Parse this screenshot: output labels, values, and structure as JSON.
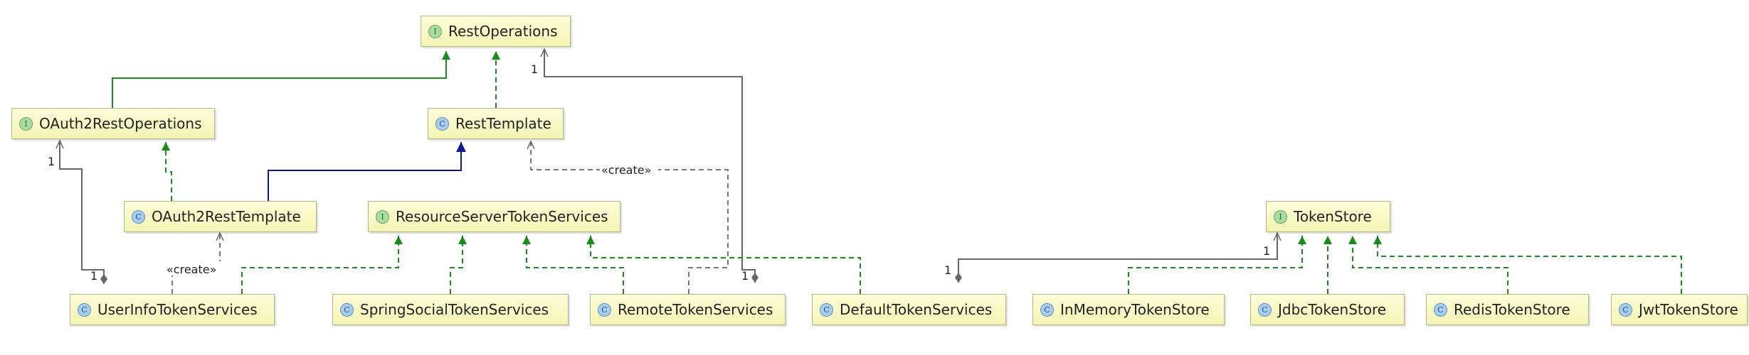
{
  "nodes": {
    "rest_operations": {
      "name": "RestOperations",
      "kind": "I"
    },
    "oauth2_rest_operations": {
      "name": "OAuth2RestOperations",
      "kind": "I"
    },
    "rest_template": {
      "name": "RestTemplate",
      "kind": "C"
    },
    "oauth2_rest_template": {
      "name": "OAuth2RestTemplate",
      "kind": "C"
    },
    "resource_server_token_services": {
      "name": "ResourceServerTokenServices",
      "kind": "I"
    },
    "token_store": {
      "name": "TokenStore",
      "kind": "I"
    },
    "user_info_token_services": {
      "name": "UserInfoTokenServices",
      "kind": "C"
    },
    "spring_social_token_services": {
      "name": "SpringSocialTokenServices",
      "kind": "C"
    },
    "remote_token_services": {
      "name": "RemoteTokenServices",
      "kind": "C"
    },
    "default_token_services": {
      "name": "DefaultTokenServices",
      "kind": "C"
    },
    "in_memory_token_store": {
      "name": "InMemoryTokenStore",
      "kind": "C"
    },
    "jdbc_token_store": {
      "name": "JdbcTokenStore",
      "kind": "C"
    },
    "redis_token_store": {
      "name": "RedisTokenStore",
      "kind": "C"
    },
    "jwt_token_store": {
      "name": "JwtTokenStore",
      "kind": "C"
    }
  },
  "labels": {
    "create_rest_template": "«create»",
    "create_oauth2_rest_template": "«create»",
    "mult_rest_operations": "1",
    "mult_remote_token_services": "1",
    "mult_oauth2_rest_operations": "1",
    "mult_user_info_token_services": "1",
    "mult_token_store": "1",
    "mult_default_token_services": "1"
  },
  "colors": {
    "interface_realization": "#1a8a1a",
    "inheritance": "#0d1a8c",
    "dependency": "#777777",
    "association": "#666666",
    "node_fill": "#fafac8"
  }
}
